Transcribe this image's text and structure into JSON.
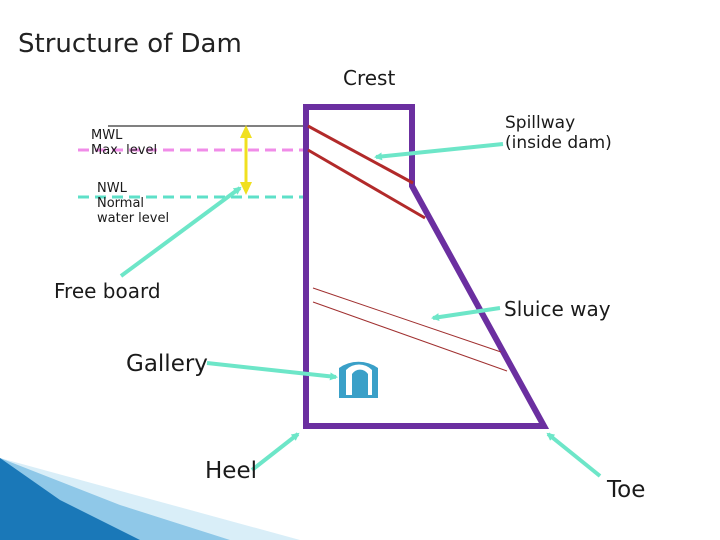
{
  "title": "Structure of Dam",
  "labels": {
    "crest": "Crest",
    "spillway": "Spillway\n(inside dam)",
    "mwl": "MWL\nMax. level",
    "nwl": "NWL\nNormal\nwater level",
    "free_board": "Free board",
    "sluice_way": "Sluice way",
    "gallery": "Gallery",
    "heel": "Heel",
    "toe": "Toe"
  },
  "colors": {
    "dam_outline": "#6b2fa0",
    "spillway_line": "#b22a2a",
    "arrow": "#6de6c8",
    "mwl_line": "#f08ce8",
    "nwl_line": "#5ee0c8",
    "free_board_marker": "#f0e020",
    "gallery_fill": "#3aa0c8",
    "slide_accent": "#1a78b8"
  }
}
